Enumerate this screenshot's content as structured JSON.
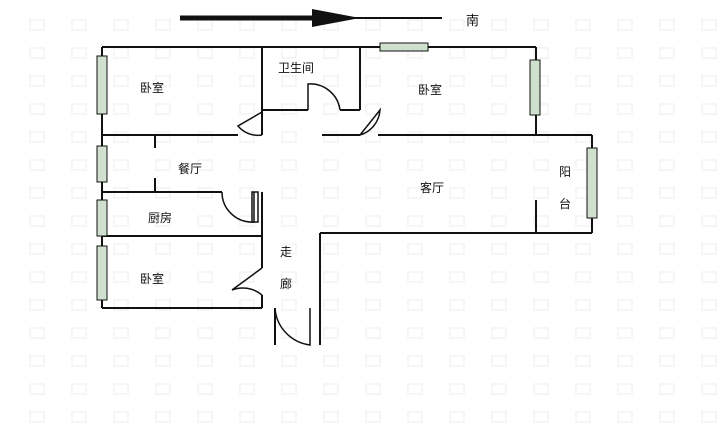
{
  "compass": {
    "direction_label": "南",
    "arrow_icon": "arrow-right-icon"
  },
  "rooms": {
    "bedroom_top_left": "卧室",
    "bathroom": "卫生间",
    "bedroom_top_right": "卧室",
    "dining": "餐厅",
    "living": "客厅",
    "balcony_char_1": "阳",
    "balcony_char_2": "台",
    "kitchen": "厨房",
    "corridor_char_1": "走",
    "corridor_char_2": "廊",
    "bedroom_bottom_left": "卧室"
  },
  "colors": {
    "wall": "#111111",
    "window": "#cfe0cf",
    "background": "#ffffff",
    "watermark": "#e9e9e9"
  }
}
